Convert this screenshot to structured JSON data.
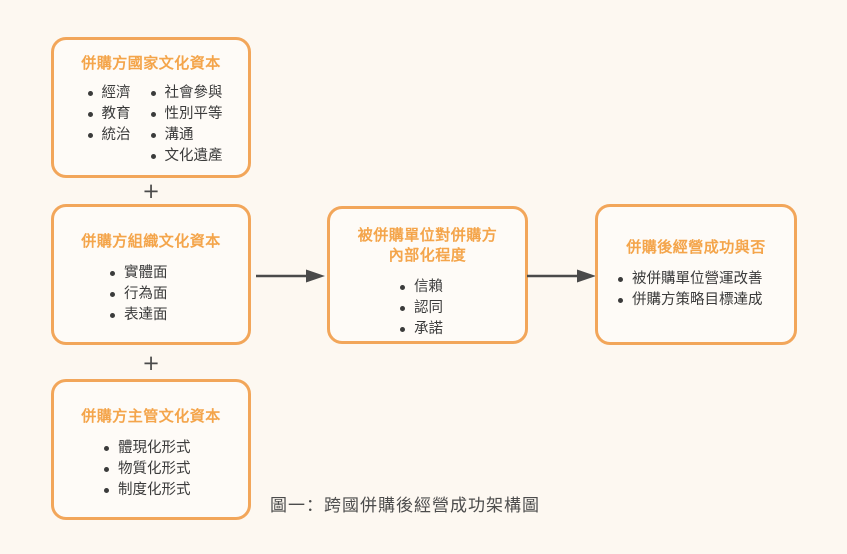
{
  "figure": {
    "caption": "圖一：跨國併購後經營成功架構圖",
    "accent_color": "#F2A65A",
    "title_color": "#F4A54B",
    "text_color": "#3B3B3B",
    "background_color": "#FDF8F1"
  },
  "connectors": {
    "plus_1": "+",
    "plus_2": "+",
    "arrow_1_name": "arrow-org-to-internalization",
    "arrow_2_name": "arrow-internalization-to-success"
  },
  "boxes": {
    "national": {
      "title": "併購方國家文化資本",
      "bullets_left": [
        "經濟",
        "教育",
        "統治"
      ],
      "bullets_right": [
        "社會參與",
        "性別平等",
        "溝通",
        "文化遺產"
      ]
    },
    "organization": {
      "title": "併購方組織文化資本",
      "bullets": [
        "實體面",
        "行為面",
        "表達面"
      ]
    },
    "executive": {
      "title": "併購方主管文化資本",
      "bullets": [
        "體現化形式",
        "物質化形式",
        "制度化形式"
      ]
    },
    "internalization": {
      "title_line1": "被併購單位對併購方",
      "title_line2": "內部化程度",
      "bullets": [
        "信賴",
        "認同",
        "承諾"
      ]
    },
    "success": {
      "title": "併購後經營成功與否",
      "bullets": [
        "被併購單位營運改善",
        "併購方策略目標達成"
      ]
    }
  }
}
